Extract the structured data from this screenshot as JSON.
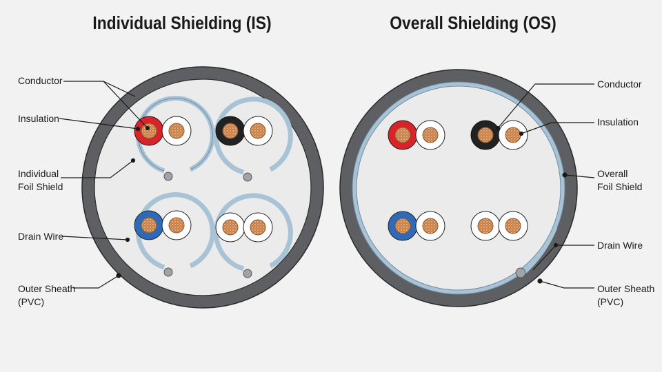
{
  "titles": {
    "individual": "Individual Shielding (IS)",
    "overall": "Overall Shielding (OS)"
  },
  "labels_is": {
    "conductor": "Conductor",
    "insulation": "Insulation",
    "foil_line1": "Individual",
    "foil_line2": "Foil Shield",
    "drain": "Drain Wire",
    "sheath_line1": "Outer Sheath",
    "sheath_line2": "(PVC)"
  },
  "labels_os": {
    "conductor": "Conductor",
    "insulation": "Insulation",
    "foil_line1": "Overall",
    "foil_line2": "Foil Shield",
    "drain": "Drain Wire",
    "sheath_line1": "Outer Sheath",
    "sheath_line2": "(PVC)"
  },
  "colors": {
    "sheath": "#5d5f62",
    "sheath_inner": "#ebebeb",
    "foil": "#a9c3d6",
    "red": "#d8232a",
    "black": "#222222",
    "blue": "#2e6ab8",
    "white": "#ffffff",
    "copper": "#d9925a"
  }
}
